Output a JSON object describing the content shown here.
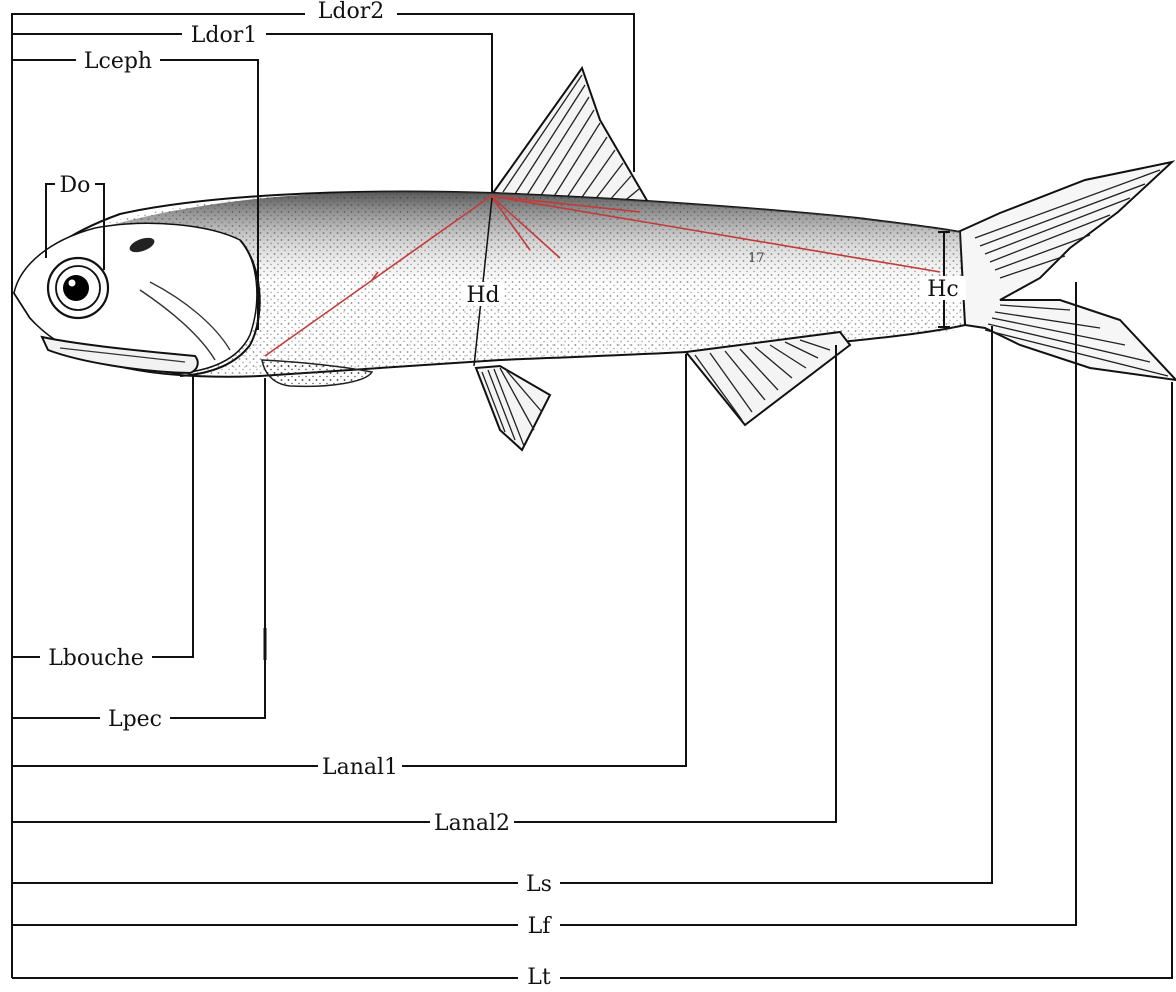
{
  "labels": {
    "ldor2": "Ldor2",
    "ldor1": "Ldor1",
    "lceph": "Lceph",
    "do": "Do",
    "hd": "Hd",
    "hc": "Hc",
    "lt_body": "Lt",
    "lbouche": "Lbouche",
    "lpec": "Lpec",
    "lanal1": "Lanal1",
    "lanal2": "Lanal2",
    "ls": "Ls",
    "lf": "Lf",
    "lt": "Lt"
  },
  "colors": {
    "lines": "#111111",
    "landmark_lines": "#c43a3a",
    "background": "#ffffff"
  }
}
